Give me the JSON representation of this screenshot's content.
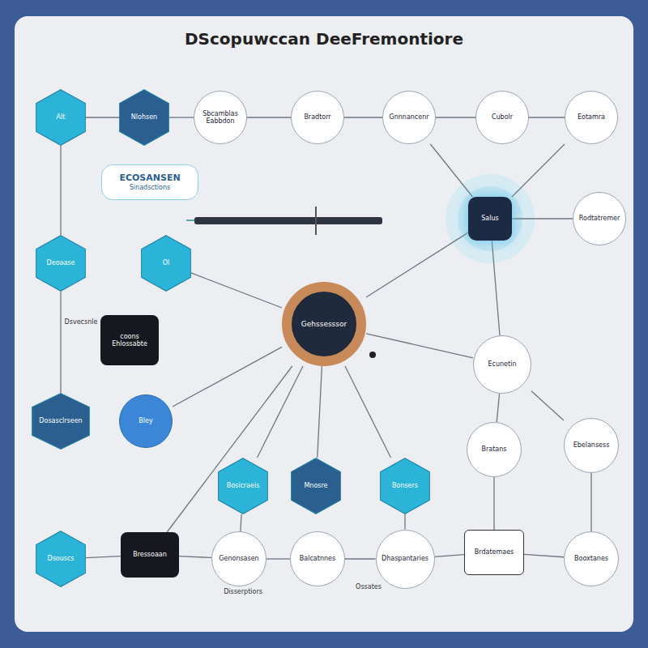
{
  "diagram": {
    "title": "DScopuwccan DeeFremontiore",
    "nodes": [
      {
        "text": [
          "Alt"
        ]
      },
      {
        "text": [
          "Nlohsen"
        ]
      },
      {
        "text": [
          "Sbcamblas",
          "Eabbdon"
        ]
      },
      {
        "text": [
          "Bradtorr"
        ]
      },
      {
        "text": [
          "Gnnnancenr"
        ]
      },
      {
        "text": [
          "Cubolr"
        ]
      },
      {
        "text": [
          "Eotamra"
        ]
      },
      {
        "text": [
          "ECOSANSEN",
          "Sinadsctions"
        ]
      },
      {
        "text": [
          "Salus"
        ]
      },
      {
        "text": [
          "Rodtatremer"
        ]
      },
      {
        "text": [
          "Deoaase"
        ]
      },
      {
        "text": [
          "Ol"
        ]
      },
      {
        "text": [
          "Gehssesssor"
        ]
      },
      {
        "text": [
          "coons",
          "Ehlossabte"
        ]
      },
      {
        "text": [
          "Ecunetin"
        ]
      },
      {
        "text": [
          "Dosasclrseen"
        ]
      },
      {
        "text": [
          "Bley"
        ]
      },
      {
        "text": [
          "Bratans"
        ]
      },
      {
        "text": [
          "Ebelansess"
        ]
      },
      {
        "text": [
          "Bosicraeis"
        ]
      },
      {
        "text": [
          "Mnosre"
        ]
      },
      {
        "text": [
          "Bonsers"
        ]
      },
      {
        "text": [
          "Dsouscs"
        ]
      },
      {
        "text": [
          "Bressoaan"
        ]
      },
      {
        "text": [
          "Genonsasen"
        ]
      },
      {
        "text": [
          "Balcatnnes"
        ]
      },
      {
        "text": [
          "Dhaspantaries"
        ]
      },
      {
        "text": [
          "Brdatemaes"
        ]
      },
      {
        "text": [
          "Booxtanes"
        ]
      }
    ],
    "edges": [
      {
        "from": 0,
        "to": 1,
        "arrow": "none"
      },
      {
        "from": 1,
        "to": 2,
        "arrow": "none"
      },
      {
        "from": 2,
        "to": 3,
        "arrow": "none"
      },
      {
        "from": 3,
        "to": 4,
        "arrow": "none"
      },
      {
        "from": 4,
        "to": 5,
        "arrow": "none"
      },
      {
        "from": 5,
        "to": 6,
        "arrow": "none"
      },
      {
        "from": 0,
        "to": 10,
        "arrow": "none"
      },
      {
        "from": 10,
        "to": 15,
        "arrow": "none"
      },
      {
        "from": 12,
        "to": 11,
        "arrow": "none"
      },
      {
        "from": 12,
        "to": 8,
        "arrow": "none"
      },
      {
        "from": 12,
        "to": 14,
        "arrow": "none"
      },
      {
        "from": 12,
        "to": 16,
        "arrow": "none"
      },
      {
        "from": 12,
        "to": 19,
        "arrow": "none"
      },
      {
        "from": 12,
        "to": 20,
        "arrow": "none"
      },
      {
        "from": 12,
        "to": 21,
        "arrow": "none"
      },
      {
        "from": 12,
        "to": 23,
        "arrow": "none"
      },
      {
        "from": 8,
        "to": 4,
        "arrow": "none"
      },
      {
        "from": 8,
        "to": 6,
        "arrow": "none"
      },
      {
        "from": 8,
        "to": 9,
        "arrow": "none"
      },
      {
        "from": 8,
        "to": 14,
        "arrow": "none"
      },
      {
        "from": 14,
        "to": 17,
        "arrow": "none"
      },
      {
        "from": 14,
        "to": 18,
        "arrow": "none"
      },
      {
        "from": 17,
        "to": 27,
        "arrow": "none"
      },
      {
        "from": 18,
        "to": 28,
        "arrow": "none"
      },
      {
        "from": 22,
        "to": 23,
        "arrow": "none"
      },
      {
        "from": 23,
        "to": 24,
        "arrow": "none"
      },
      {
        "from": 24,
        "to": 25,
        "arrow": "none"
      },
      {
        "from": 25,
        "to": 26,
        "arrow": "none"
      },
      {
        "from": 26,
        "to": 27,
        "arrow": "none"
      },
      {
        "from": 27,
        "to": 28,
        "arrow": "none"
      },
      {
        "from": 19,
        "to": 24,
        "arrow": "none"
      },
      {
        "from": 21,
        "to": 26,
        "arrow": "none"
      }
    ],
    "labels": [
      "Dsvecsnle",
      "Disserptiors",
      "Ossates"
    ]
  }
}
